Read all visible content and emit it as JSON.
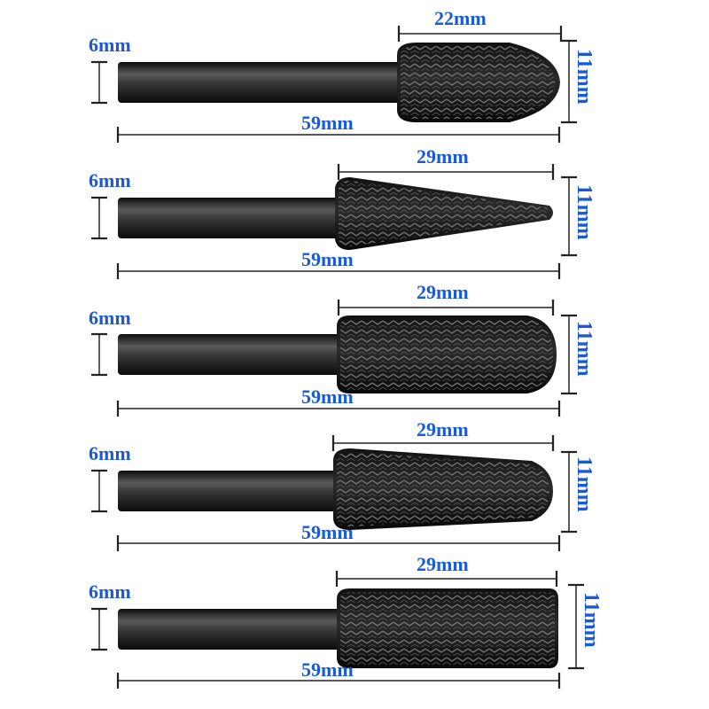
{
  "product": "Rotary burr file set",
  "colors": {
    "dimension_text": "#1a5ad6",
    "dimension_line": "#222222",
    "burr_body": "#1b1b1b",
    "shank_base": "#2a2a2a",
    "background": "#ffffff"
  },
  "burrs": [
    {
      "shape": "tree-pointed",
      "shank_diameter": "6mm",
      "head_length": "22mm",
      "head_diameter": "11mm",
      "total_length": "59mm"
    },
    {
      "shape": "cone",
      "shank_diameter": "6mm",
      "head_length": "29mm",
      "head_diameter": "11mm",
      "total_length": "59mm"
    },
    {
      "shape": "cylinder-ball-nose",
      "shank_diameter": "6mm",
      "head_length": "29mm",
      "head_diameter": "11mm",
      "total_length": "59mm"
    },
    {
      "shape": "taper-round",
      "shank_diameter": "6mm",
      "head_length": "29mm",
      "head_diameter": "11mm",
      "total_length": "59mm"
    },
    {
      "shape": "cylinder",
      "shank_diameter": "6mm",
      "head_length": "29mm",
      "head_diameter": "11mm",
      "total_length": "59mm"
    }
  ]
}
